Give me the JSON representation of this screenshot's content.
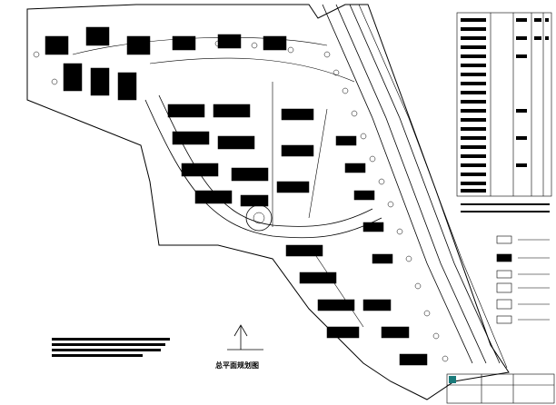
{
  "drawing": {
    "caption": "总平面规划图",
    "scale_text": "",
    "table_title": "",
    "notes_title": ""
  },
  "legend": {
    "items": [
      {
        "symbol": "hatched-block",
        "label": ""
      },
      {
        "symbol": "solid-block",
        "label": ""
      },
      {
        "symbol": "outline-block",
        "label": ""
      },
      {
        "symbol": "tree-block",
        "label": ""
      },
      {
        "symbol": "diagonal-hatch",
        "label": ""
      },
      {
        "symbol": "dotted-outline",
        "label": ""
      }
    ]
  },
  "colors": {
    "ink": "#000000",
    "background": "#ffffff",
    "title_block_accent": "#1a7a7a"
  },
  "icons": [
    "north-arrow-icon"
  ]
}
